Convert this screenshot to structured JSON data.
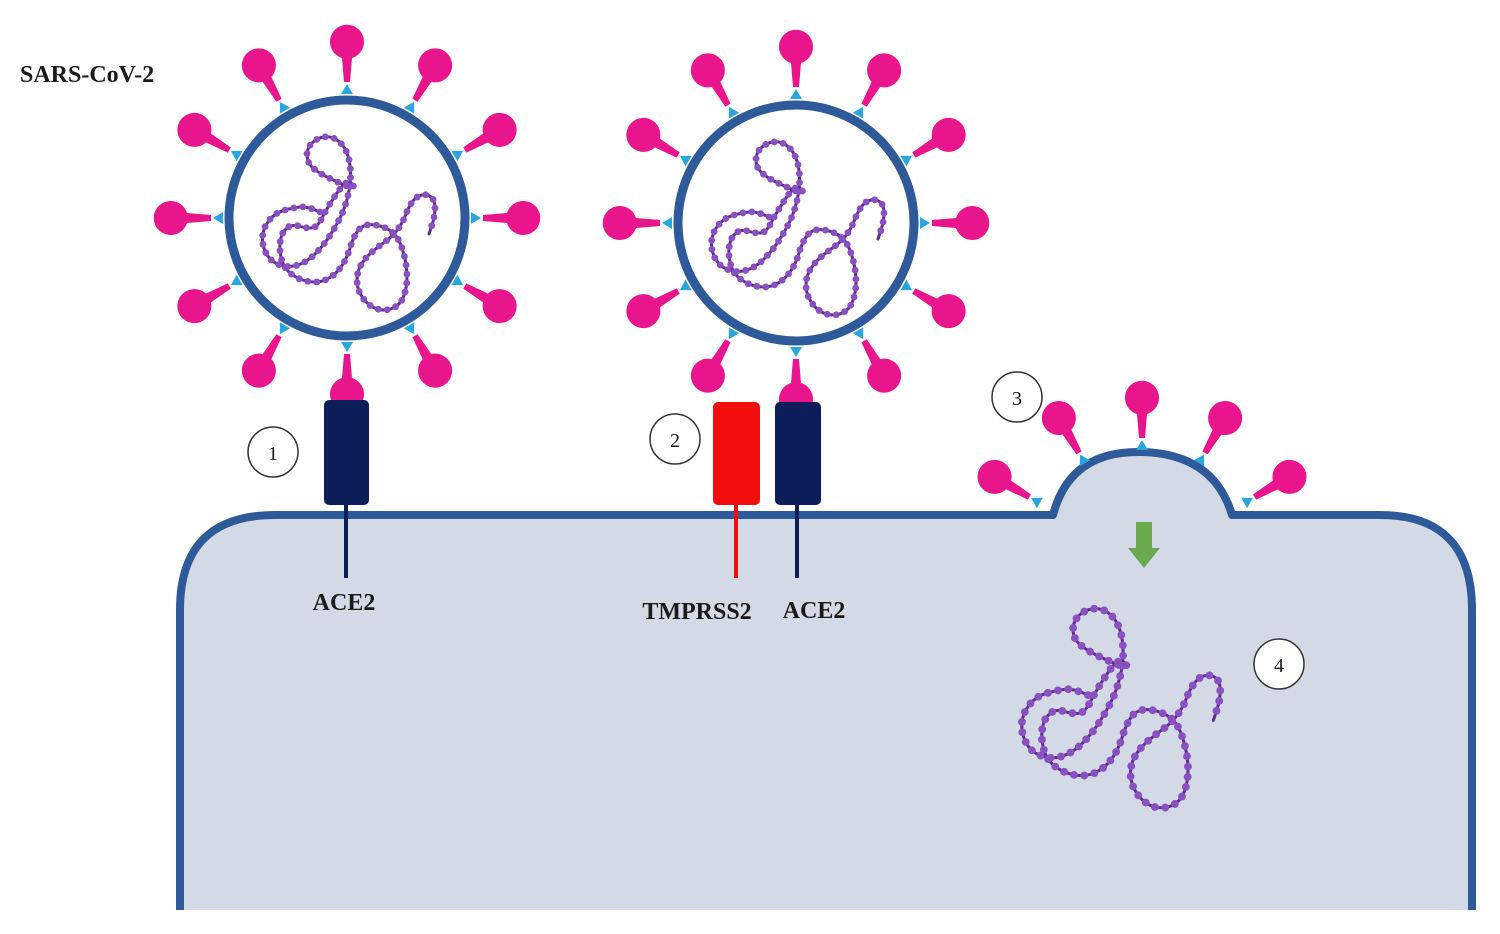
{
  "title": "SARS-CoV-2",
  "labels": {
    "ace2_left": "ACE2",
    "tmprss2": "TMPRSS2",
    "ace2_right": "ACE2"
  },
  "steps": [
    "1",
    "2",
    "3",
    "4"
  ],
  "colors": {
    "spike": "#e8158c",
    "envelope": "#2f5a9a",
    "rna": "#5b2e86",
    "rna_bead": "#8a4fc0",
    "ace2": "#0c1d5a",
    "tmprss2": "#f20d0d",
    "cell_fill": "#d3dae6",
    "cell_border": "#2f5a9a",
    "arrow": "#6aa84f"
  }
}
